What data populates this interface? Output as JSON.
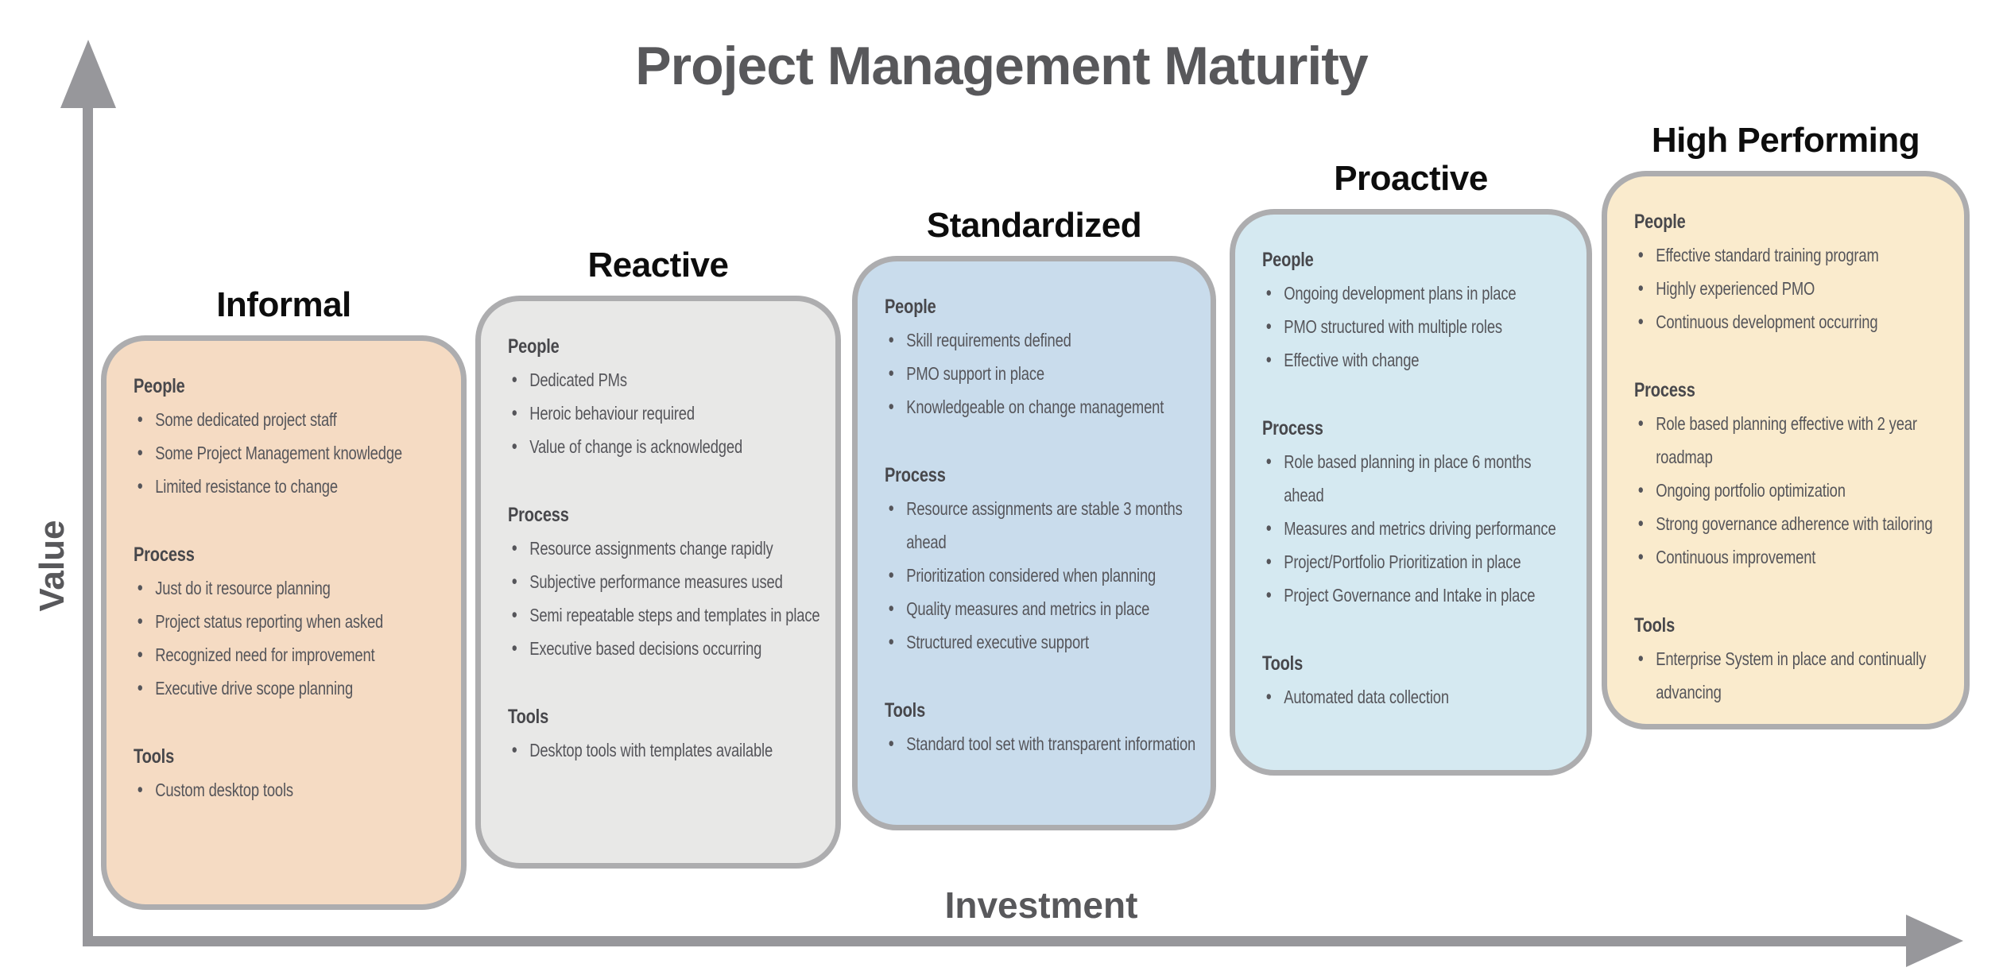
{
  "title": "Project Management Maturity",
  "y_axis_label": "Value",
  "x_axis_label": "Investment",
  "colors": {
    "axis_gray": "#97979B",
    "card_border_gray": "#ADADAF",
    "title_text_gray": "#58585B",
    "stage_informal": "#F5DBC3",
    "stage_reactive": "#E8E8E7",
    "stage_standardized": "#C9DCEC",
    "stage_proactive": "#D5E9F1",
    "stage_high_performing": "#FAEBCD"
  },
  "stages": [
    {
      "name": "Informal",
      "color": "#F5DBC3",
      "sections": [
        {
          "header": "People",
          "items": [
            "Some dedicated project staff",
            "Some Project Management knowledge",
            "Limited resistance to change"
          ]
        },
        {
          "header": "Process",
          "items": [
            "Just do it resource planning",
            "Project status reporting when asked",
            "Recognized need for improvement",
            "Executive drive scope planning"
          ]
        },
        {
          "header": "Tools",
          "items": [
            "Custom desktop tools"
          ]
        }
      ]
    },
    {
      "name": "Reactive",
      "color": "#E8E8E7",
      "sections": [
        {
          "header": "People",
          "items": [
            "Dedicated PMs",
            "Heroic behaviour required",
            "Value of change is acknowledged"
          ]
        },
        {
          "header": "Process",
          "items": [
            "Resource assignments change rapidly",
            "Subjective performance measures used",
            "Semi repeatable steps and templates in place",
            "Executive based decisions occurring"
          ]
        },
        {
          "header": "Tools",
          "items": [
            "Desktop tools with templates available"
          ]
        }
      ]
    },
    {
      "name": "Standardized",
      "color": "#C9DCEC",
      "sections": [
        {
          "header": "People",
          "items": [
            "Skill requirements defined",
            "PMO support in place",
            "Knowledgeable on change management"
          ]
        },
        {
          "header": "Process",
          "items": [
            "Resource assignments are stable 3 months ahead",
            "Prioritization considered when planning",
            "Quality measures and metrics in place",
            "Structured executive support"
          ]
        },
        {
          "header": "Tools",
          "items": [
            "Standard tool set with transparent information"
          ]
        }
      ]
    },
    {
      "name": "Proactive",
      "color": "#D5E9F1",
      "sections": [
        {
          "header": "People",
          "items": [
            "Ongoing development plans in place",
            "PMO structured with multiple roles",
            "Effective with change"
          ]
        },
        {
          "header": "Process",
          "items": [
            "Role based planning in place 6 months ahead",
            "Measures and metrics driving performance",
            "Project/Portfolio Prioritization in place",
            "Project Governance and Intake in place"
          ]
        },
        {
          "header": "Tools",
          "items": [
            "Automated data collection"
          ]
        }
      ]
    },
    {
      "name": "High Performing",
      "color": "#FAEBCD",
      "sections": [
        {
          "header": "People",
          "items": [
            "Effective standard training program",
            "Highly experienced PMO",
            "Continuous development occurring"
          ]
        },
        {
          "header": "Process",
          "items": [
            "Role based planning effective with 2 year roadmap",
            "Ongoing portfolio optimization",
            "Strong governance adherence with tailoring",
            "Continuous improvement"
          ]
        },
        {
          "header": "Tools",
          "items": [
            "Enterprise System in place and continually advancing"
          ]
        }
      ]
    }
  ]
}
